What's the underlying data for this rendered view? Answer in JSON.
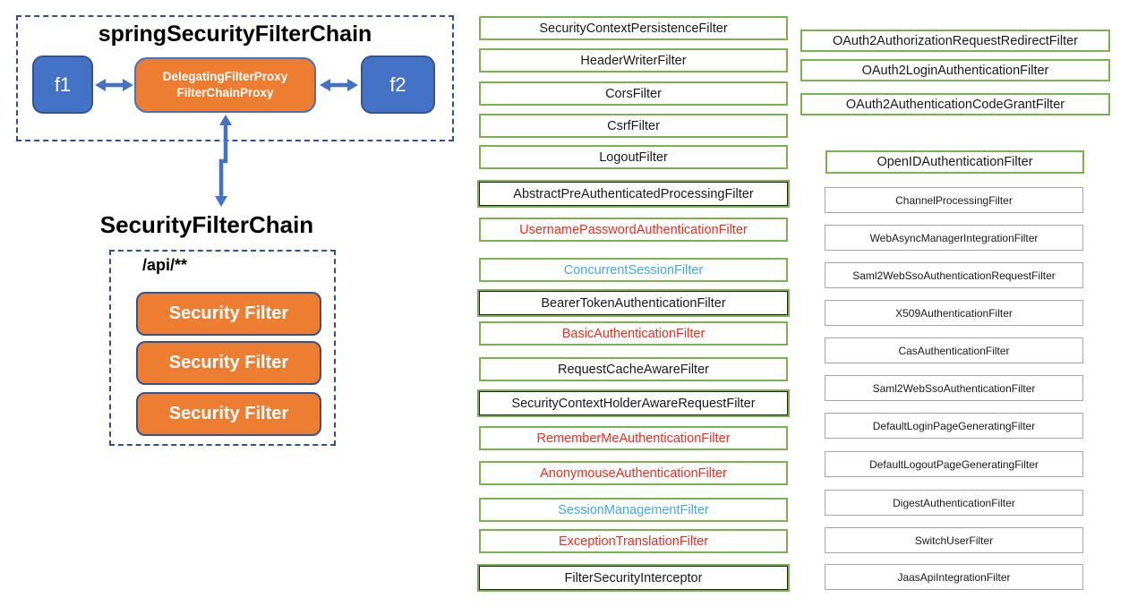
{
  "colors": {
    "blue_fill": "#4472C4",
    "blue_border": "#2F5597",
    "orange_fill": "#ED7D31",
    "arrow_blue": "#4472C4",
    "dashed_border": "#2F528F",
    "green_border": "#7ab24e",
    "gray_border": "#A6A6A6",
    "red_text": "#f82a1b",
    "lightblue_text": "#3FA9E1",
    "black_text": "#1a1a1a"
  },
  "left_diagram": {
    "top_box": {
      "title": "springSecurityFilterChain",
      "f1_label": "f1",
      "f2_label": "f2",
      "center_line1": "DelegatingFilterProxy",
      "center_line2": "FilterChainProxy"
    },
    "bottom_box": {
      "title": "SecurityFilterChain",
      "path_pattern": "/api/**",
      "security_filters": [
        "Security Filter",
        "Security Filter",
        "Security Filter"
      ]
    }
  },
  "middle_column": {
    "items": [
      {
        "label": "SecurityContextPersistenceFilter",
        "text": "black",
        "border": "green"
      },
      {
        "label": "HeaderWriterFilter",
        "text": "black",
        "border": "green"
      },
      {
        "label": "CorsFilter",
        "text": "black",
        "border": "green"
      },
      {
        "label": "CsrfFilter",
        "text": "black",
        "border": "green"
      },
      {
        "label": "LogoutFilter",
        "text": "black",
        "border": "green"
      },
      {
        "label": "AbstractPreAuthenticatedProcessingFilter",
        "text": "black",
        "border": "double"
      },
      {
        "label": "UsernamePasswordAuthenticationFilter",
        "text": "red",
        "border": "green"
      },
      {
        "label": "ConcurrentSessionFilter",
        "text": "lightblue",
        "border": "green"
      },
      {
        "label": "BearerTokenAuthenticationFilter",
        "text": "black",
        "border": "double"
      },
      {
        "label": "BasicAuthenticationFilter",
        "text": "red",
        "border": "green"
      },
      {
        "label": "RequestCacheAwareFilter",
        "text": "black",
        "border": "green"
      },
      {
        "label": "SecurityContextHolderAwareRequestFilter",
        "text": "black",
        "border": "double"
      },
      {
        "label": "RememberMeAuthenticationFilter",
        "text": "red",
        "border": "green"
      },
      {
        "label": "AnonymouseAuthenticationFilter",
        "text": "red",
        "border": "green"
      },
      {
        "label": "SessionManagementFilter",
        "text": "lightblue",
        "border": "green"
      },
      {
        "label": "ExceptionTranslationFilter",
        "text": "red",
        "border": "green"
      },
      {
        "label": "FilterSecurityInterceptor",
        "text": "black",
        "border": "double"
      }
    ]
  },
  "right_column": {
    "oauth_group": [
      "OAuth2AuthorizationRequestRedirectFilter",
      "OAuth2LoginAuthenticationFilter",
      "OAuth2AuthenticationCodeGrantFilter"
    ],
    "openid_item": "OpenIDAuthenticationFilter",
    "gray_group": [
      "ChannelProcessingFilter",
      "WebAsyncManagerIntegrationFilter",
      "Saml2WebSsoAuthenticationRequestFilter",
      "X509AuthenticationFilter",
      "CasAuthenticationFilter",
      "Saml2WebSsoAuthenticationFilter",
      "DefaultLoginPageGeneratingFilter",
      "DefaultLogoutPageGeneratingFilter",
      "DigestAuthenticationFilter",
      "SwitchUserFilter",
      "JaasApiIntegrationFilter"
    ]
  }
}
